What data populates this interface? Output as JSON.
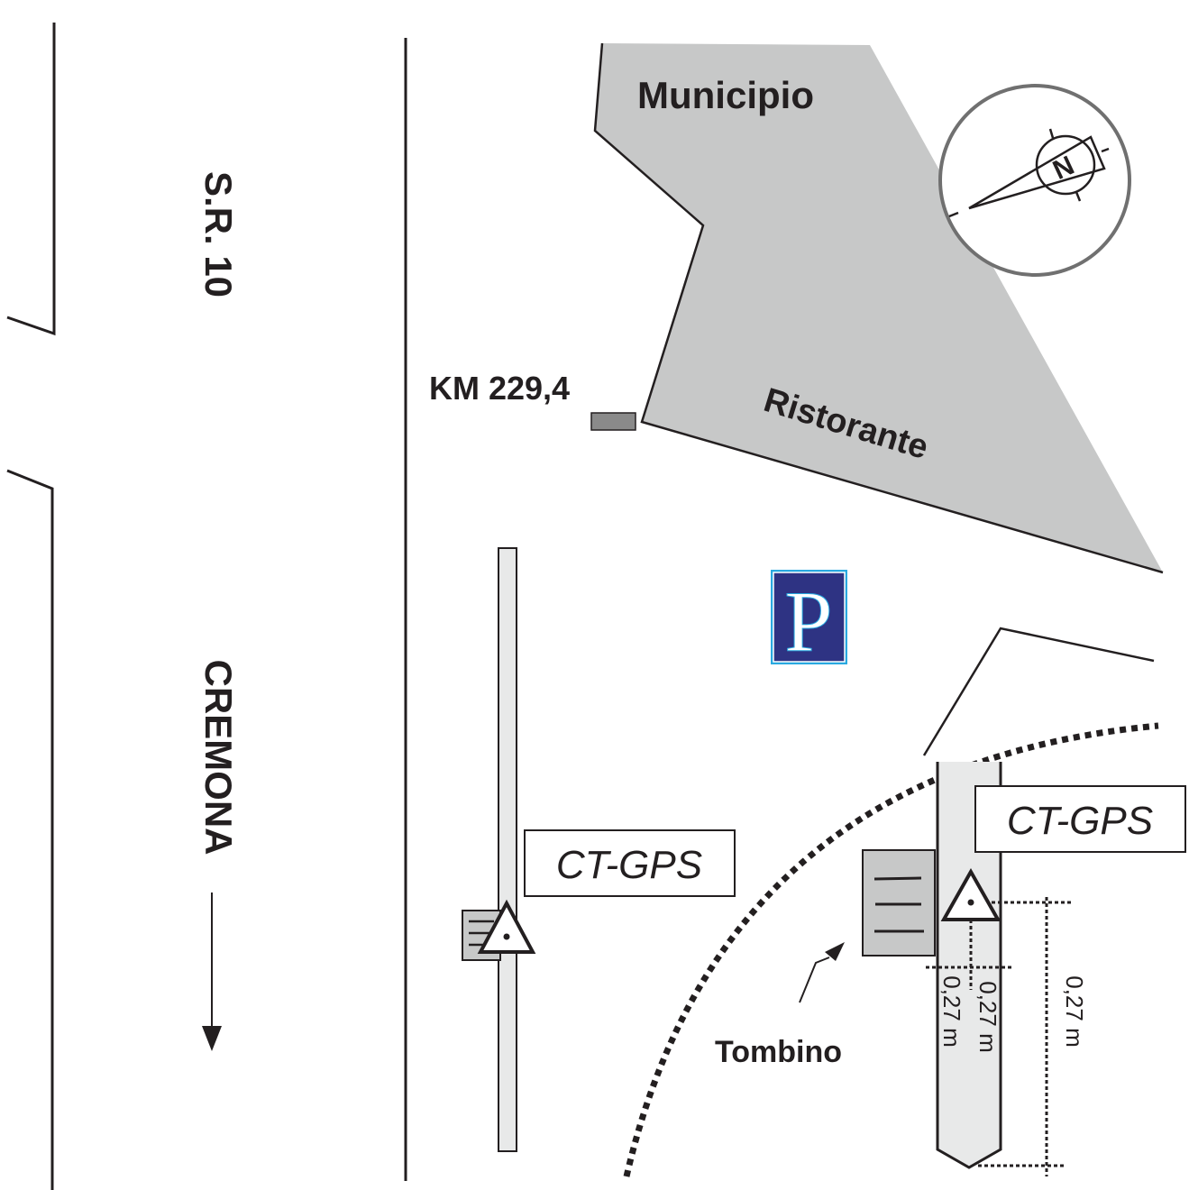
{
  "road": {
    "name": "S.R. 10",
    "direction_label": "CREMONA"
  },
  "buildings": {
    "primary": "Municipio",
    "secondary": "Ristorante"
  },
  "km_marker": "KM 229,4",
  "parking": {
    "symbol": "P",
    "fill": "#2e3383",
    "border": "#29a9e0"
  },
  "stations": [
    {
      "label": "CT-GPS"
    },
    {
      "label": "CT-GPS"
    }
  ],
  "manhole_label": "Tombino",
  "measurements": [
    "0,27 m",
    "0,27 m",
    "0,27 m"
  ],
  "compass": {
    "letter": "N"
  },
  "colors": {
    "building": "#c7c8c8",
    "pipe": "#e8e9e9",
    "ink": "#231f20"
  }
}
